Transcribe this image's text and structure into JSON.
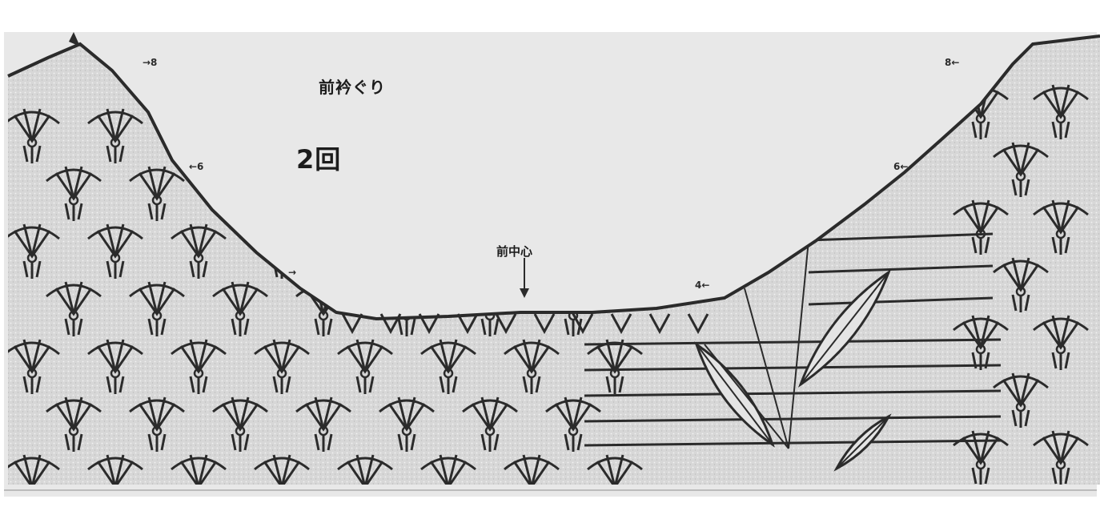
{
  "diagram": {
    "title": "前衿ぐり",
    "rounds": "2回",
    "center_label": "前中心",
    "row_markers": {
      "left_top": "→8",
      "left_mid": "←6",
      "left_low": "→",
      "right_top": "8←",
      "right_mid": "6←",
      "right_low": "4←"
    },
    "colors": {
      "paper": "#ffffff",
      "ground": "#d7d7d7",
      "ink": "#2b2b2b",
      "void": "#e8e8e8"
    }
  }
}
